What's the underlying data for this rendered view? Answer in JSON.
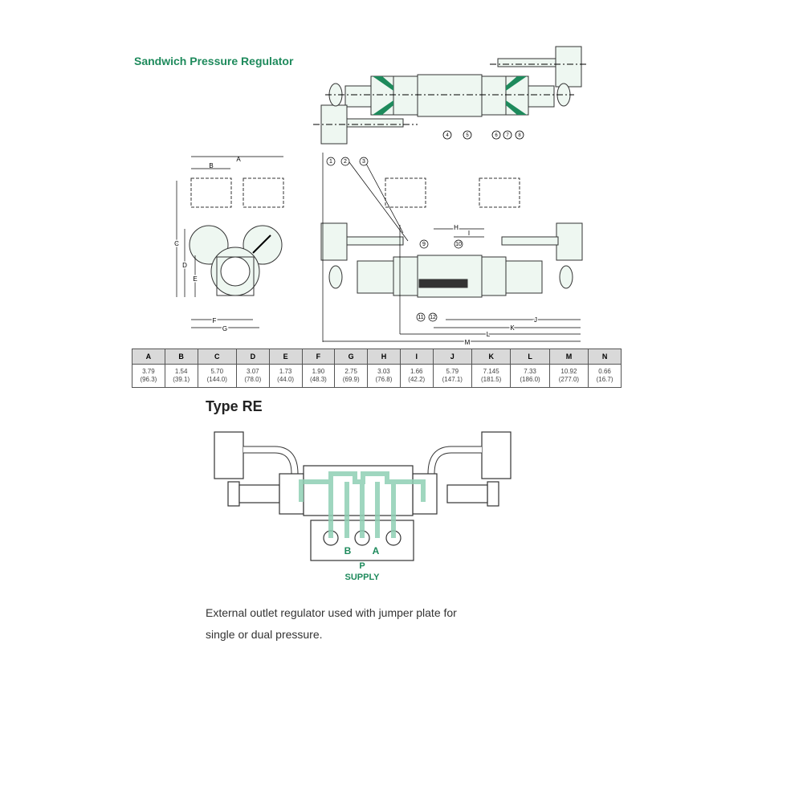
{
  "title": "Sandwich Pressure Regulator",
  "top_view": {
    "callouts": [
      "4",
      "5",
      "6",
      "7",
      "8"
    ]
  },
  "side_view": {
    "labels": [
      "A",
      "B",
      "C",
      "D",
      "E",
      "F",
      "G"
    ]
  },
  "front_view": {
    "callouts": [
      "1",
      "2",
      "3",
      "9",
      "10",
      "11",
      "12"
    ],
    "labels": [
      "H",
      "I",
      "J",
      "K",
      "L",
      "M"
    ]
  },
  "table": {
    "headers": [
      "A",
      "B",
      "C",
      "D",
      "E",
      "F",
      "G",
      "H",
      "I",
      "J",
      "K",
      "L",
      "M",
      "N"
    ],
    "inches": [
      "3.79",
      "1.54",
      "5.70",
      "3.07",
      "1.73",
      "1.90",
      "2.75",
      "3.03",
      "1.66",
      "5.79",
      "7.145",
      "7.33",
      "10.92",
      "0.66"
    ],
    "mm": [
      "(96.3)",
      "(39.1)",
      "(144.0)",
      "(78.0)",
      "(44.0)",
      "(48.3)",
      "(69.9)",
      "(76.8)",
      "(42.2)",
      "(147.1)",
      "(181.5)",
      "(186.0)",
      "(277.0)",
      "(16.7)"
    ]
  },
  "type_re": {
    "heading": "Type RE",
    "port_b": "B",
    "port_a": "A",
    "port_p": "P",
    "supply": "SUPPLY"
  },
  "description": {
    "line1": "External outlet regulator used with jumper plate for",
    "line2": "single or dual pressure."
  },
  "colors": {
    "accent": "#1e8a5c",
    "flow": "#8fd0b4",
    "body": "#eef7f1"
  }
}
